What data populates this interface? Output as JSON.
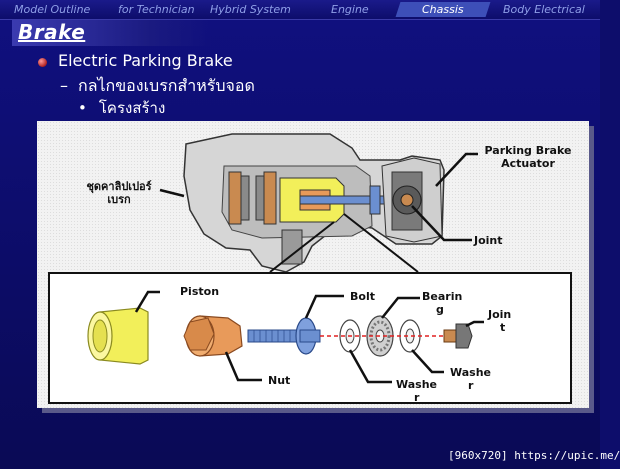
{
  "nav": {
    "items": [
      {
        "label": "Model Outline"
      },
      {
        "label": "for Technician"
      },
      {
        "label": "Hybrid System"
      },
      {
        "label": "Engine"
      },
      {
        "label": "Chassis"
      },
      {
        "label": "Body Electrical"
      }
    ],
    "active": "Chassis"
  },
  "slide": {
    "title": "Brake",
    "bullet1": "Electric Parking Brake",
    "bullet2_dash": "–",
    "bullet2": "กลไกของเบรกสำหรับจอด",
    "bullet3_mark": "•",
    "bullet3": "โครงสร้าง"
  },
  "figure": {
    "upper_labels": {
      "caliper_line1": "ชุดคาลิปเปอร์",
      "caliper_line2": "เบรก",
      "actuator_line1": "Parking Brake",
      "actuator_line2": "Actuator",
      "joint": "Joint"
    },
    "inset_labels": {
      "piston": "Piston",
      "bolt": "Bolt",
      "bearing_line1": "Bearin",
      "bearing_line2": "g",
      "joint_line1": "Join",
      "joint_line2": "t",
      "nut": "Nut",
      "washer_left_line1": "Washe",
      "washer_left_line2": "r",
      "washer_right_line1": "Washe",
      "washer_right_line2": "r"
    }
  },
  "watermark": "[960x720] https://upic.me/",
  "colors": {
    "background": "#0d0d6b",
    "nav_active": "#3d4fb8",
    "piston": "#f2ef5a",
    "nut": "#e89a5a",
    "bolt": "#6b8fd0"
  }
}
